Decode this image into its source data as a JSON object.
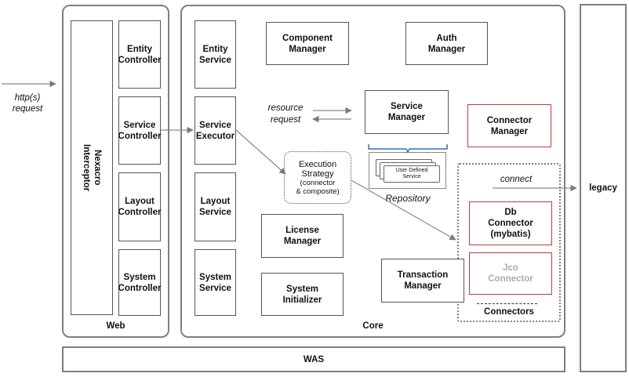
{
  "input": {
    "label_line1": "http(s)",
    "label_line2": "request"
  },
  "web": {
    "title": "Web",
    "interceptor_line1": "Nexacro",
    "interceptor_line2": "Interceptor",
    "entity_controller": [
      "Entity",
      "Controller"
    ],
    "service_controller": [
      "Service",
      "Controller"
    ],
    "layout_controller": [
      "Layout",
      "Controller"
    ],
    "system_controller": [
      "System",
      "Controller"
    ]
  },
  "core": {
    "title": "Core",
    "entity_service": [
      "Entity",
      "Service"
    ],
    "service_executor": [
      "Service",
      "Executor"
    ],
    "layout_service": [
      "Layout",
      "Service"
    ],
    "system_service": [
      "System",
      "Service"
    ],
    "component_manager": [
      "Component",
      "Manager"
    ],
    "auth_manager": [
      "Auth",
      "Manager"
    ],
    "service_manager": [
      "Service",
      "Manager"
    ],
    "connector_manager": [
      "Connector",
      "Manager"
    ],
    "resource_request": [
      "resource",
      "request"
    ],
    "execution_strategy": {
      "line1": "Execution",
      "line2": "Strategy",
      "line3": "(connector",
      "line4": "& composite)"
    },
    "user_defined_service": [
      "User Defined",
      "Service"
    ],
    "repository": "Repository",
    "license_manager": [
      "License",
      "Manager"
    ],
    "system_initializer": [
      "System",
      "Initializer"
    ],
    "transaction_manager": [
      "Transaction",
      "Manager"
    ]
  },
  "connectors": {
    "title": "Connectors",
    "connect": "connect",
    "db_connector": [
      "Db",
      "Connector",
      "(mybatis)"
    ],
    "jco_connector": [
      "Jco",
      "Connector"
    ]
  },
  "legacy": "legacy",
  "was": "WAS",
  "colors": {
    "border": "#7f7f7f",
    "red": "#c0393b",
    "blue": "#2e75b6",
    "grey_text": "#aaaaaa"
  }
}
